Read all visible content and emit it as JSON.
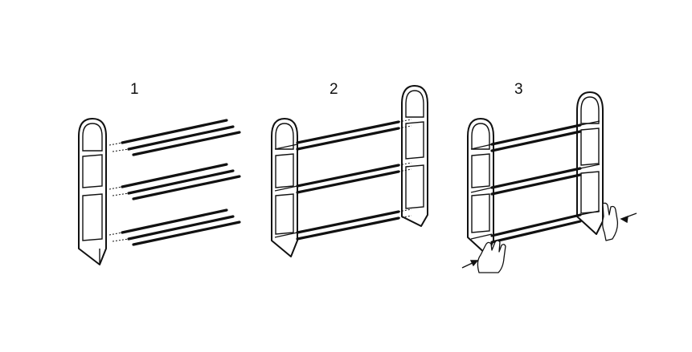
{
  "steps": [
    {
      "number": "1"
    },
    {
      "number": "2"
    },
    {
      "number": "3"
    }
  ],
  "colors": {
    "line": "#111111",
    "background": "#ffffff"
  }
}
